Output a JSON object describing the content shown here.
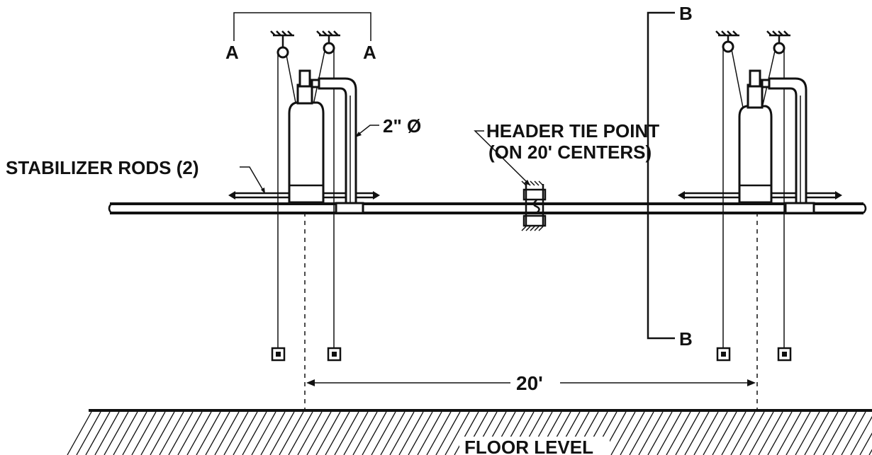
{
  "labels": {
    "section_a_left": "A",
    "section_a_right": "A",
    "section_b_top": "B",
    "section_b_bottom": "B",
    "pipe_size": "2\" Ø",
    "header_tie_line1": "HEADER TIE POINT",
    "header_tie_line2": "(ON 20' CENTERS)",
    "stabilizer_rods": "STABILIZER RODS (2)",
    "spacing_dimension": "20'",
    "floor_level": "FLOOR LEVEL"
  },
  "colors": {
    "ink": "#111111",
    "paper": "#ffffff"
  }
}
